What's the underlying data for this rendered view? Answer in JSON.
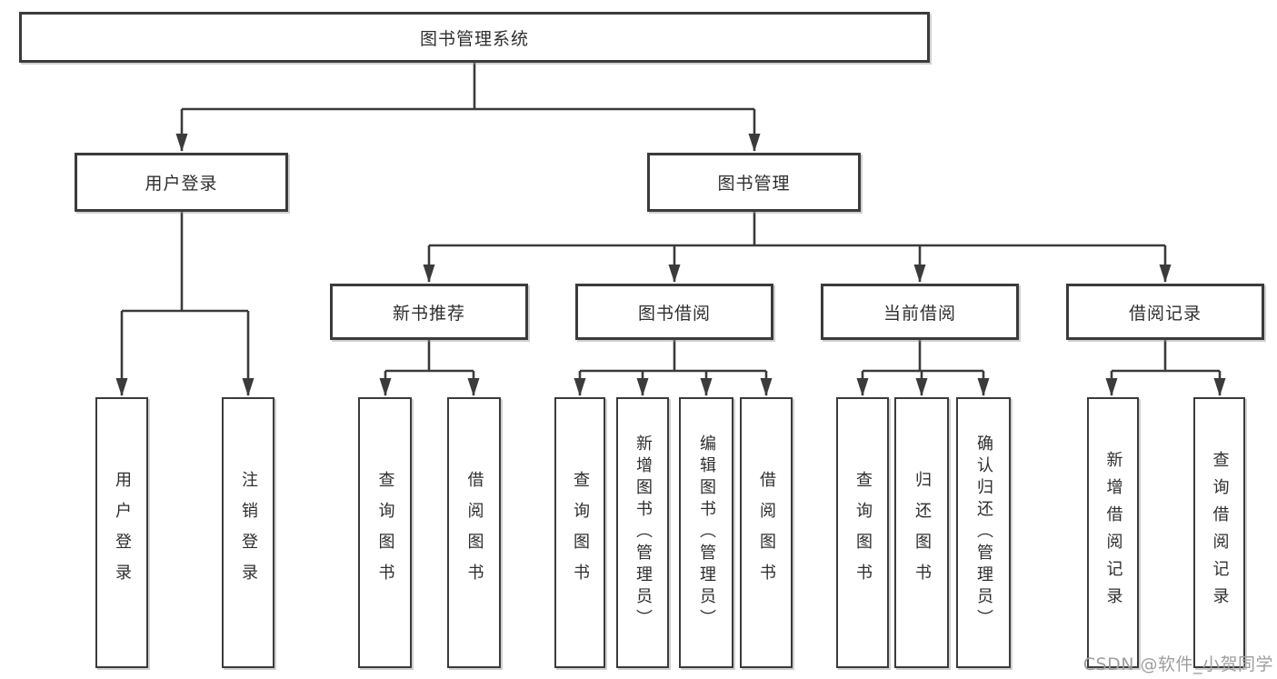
{
  "diagram": {
    "title": "图书管理系统",
    "root": {
      "label": "图书管理系统"
    },
    "branches": [
      {
        "label": "用户登录",
        "children": [
          {
            "label": "用户登录"
          },
          {
            "label": "注销登录"
          }
        ]
      },
      {
        "label": "图书管理",
        "children": [
          {
            "label": "新书推荐",
            "children": [
              {
                "label": "查询图书"
              },
              {
                "label": "借阅图书"
              }
            ]
          },
          {
            "label": "图书借阅",
            "children": [
              {
                "label": "查询图书"
              },
              {
                "label": "新增图书（管理员）"
              },
              {
                "label": "编辑图书（管理员）"
              },
              {
                "label": "借阅图书"
              }
            ]
          },
          {
            "label": "当前借阅",
            "children": [
              {
                "label": "查询图书"
              },
              {
                "label": "归还图书"
              },
              {
                "label": "确认归还（管理员）"
              }
            ]
          },
          {
            "label": "借阅记录",
            "children": [
              {
                "label": "新增借阅记录"
              },
              {
                "label": "查询借阅记录"
              }
            ]
          }
        ]
      }
    ]
  },
  "watermark": "CSDN @软件_小贺同学",
  "colors": {
    "line": "#3b3b3b",
    "box_border": "#3b3b3b",
    "text": "#2e2e2e",
    "watermark_text": "#9e9e9e",
    "background": "#ffffff"
  }
}
